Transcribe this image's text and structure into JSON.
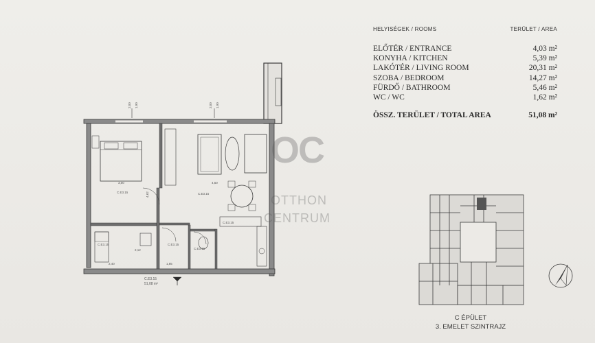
{
  "rooms_table": {
    "header_rooms": "HELYISÉGEK / ROOMS",
    "header_area": "TERÜLET / AREA",
    "rows": [
      {
        "name": "ELŐTÉR / ENTRANCE",
        "area": "4,03 m²"
      },
      {
        "name": "KONYHA / KITCHEN",
        "area": "5,39 m²"
      },
      {
        "name": "LAKÓTÉR / LIVING ROOM",
        "area": "20,31 m²"
      },
      {
        "name": "SZOBA / BEDROOM",
        "area": "14,27 m²"
      },
      {
        "name": "FÜRDŐ / BATHROOM",
        "area": "5,46 m²"
      },
      {
        "name": "WC / WC",
        "area": "1,62 m²"
      }
    ],
    "total_label": "ÖSSZ. TERÜLET / TOTAL AREA",
    "total_area": "51,08 m²"
  },
  "watermark": {
    "logo": "OC",
    "line1": "OTTHON",
    "line2": "CENTRUM"
  },
  "floorplan": {
    "unit_code": "C.E3.15",
    "unit_area": "51,08 m²",
    "dims": [
      "2,00",
      "1,90",
      "2,00",
      "1,90",
      "3,00",
      "4,50",
      "4,62",
      "2,40",
      "1,85",
      "2,12"
    ]
  },
  "building": {
    "line1": "C ÉPÜLET",
    "line2": "3. EMELET SZINTRAJZ"
  },
  "colors": {
    "paper": "#eceae6",
    "ink": "#2a2a2a",
    "highlight": "#555555"
  }
}
